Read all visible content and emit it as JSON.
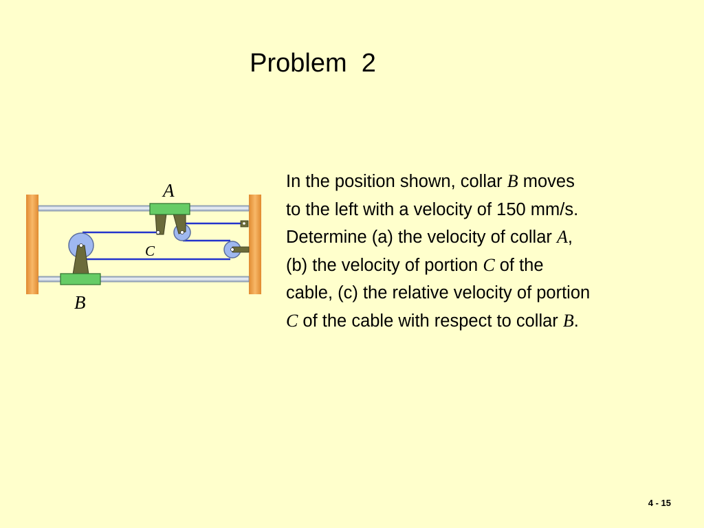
{
  "slide": {
    "title": "Problem  2",
    "page_number": "4 - 15"
  },
  "problem": {
    "segments": [
      [
        "In the position shown, collar ",
        "B",
        " moves"
      ],
      [
        "to the left with a velocity of 150 mm/s."
      ],
      [
        "Determine (a) the velocity of collar ",
        "A",
        ","
      ],
      [
        "(b) the velocity of portion ",
        "C",
        " of the"
      ],
      [
        "cable, (c) the relative velocity of portion"
      ],
      [
        "C",
        " of the cable with respect to collar ",
        "B",
        "."
      ]
    ]
  },
  "figure": {
    "labels": {
      "collar_a": "A",
      "collar_b": "B",
      "cable_portion": "C"
    },
    "colors": {
      "background": "#FFFFCC",
      "wall": "#F0A050",
      "rod": "#D8E4F0",
      "collar": "#66CC66",
      "pulley": "#9FB8F0",
      "bracket": "#6B6B3A",
      "cable": "#2233CC"
    }
  }
}
